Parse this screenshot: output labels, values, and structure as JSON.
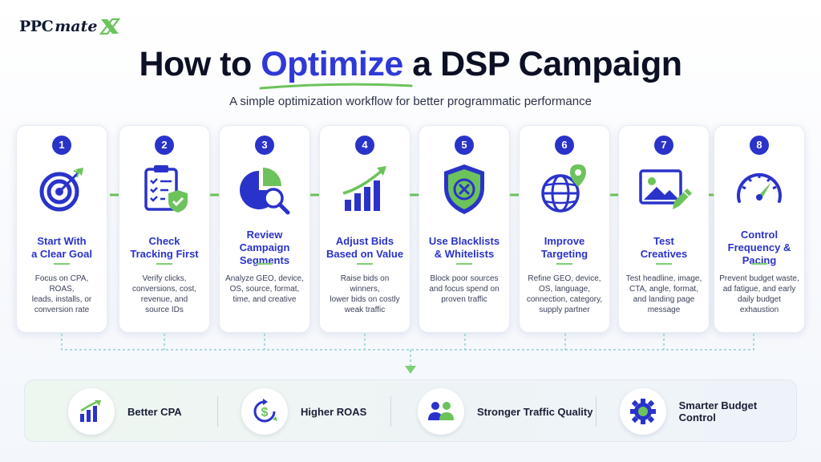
{
  "logo": {
    "main": "PPC",
    "accent": "mate"
  },
  "header": {
    "title_pre": "How to ",
    "title_highlight": "Optimize",
    "title_post": " a DSP Campaign",
    "subtitle": "A simple optimization workflow for better programmatic performance"
  },
  "colors": {
    "primary": "#2a33c9",
    "accent_green": "#6cc35b",
    "text_dark": "#0b1024"
  },
  "steps": [
    {
      "number": "1",
      "icon": "target-icon",
      "title": "Start With\na Clear Goal",
      "desc": "Focus on CPA, ROAS,\nleads, installs, or\nconversion rate"
    },
    {
      "number": "2",
      "icon": "clipboard-check-icon",
      "title": "Check\nTracking First",
      "desc": "Verify clicks,\nconversions, cost,\nrevenue, and\nsource IDs"
    },
    {
      "number": "3",
      "icon": "pie-chart-search-icon",
      "title": "Review\nCampaign\nSegments",
      "desc": "Analyze GEO, device,\nOS, source, format,\ntime, and creative"
    },
    {
      "number": "4",
      "icon": "bar-chart-growth-icon",
      "title": "Adjust Bids\nBased on Value",
      "desc": "Raise bids on winners,\nlower bids on costly\nweak traffic"
    },
    {
      "number": "5",
      "icon": "shield-block-icon",
      "title": "Use Blacklists\n& Whitelists",
      "desc": "Block poor sources\nand focus spend on\nproven traffic"
    },
    {
      "number": "6",
      "icon": "globe-pin-icon",
      "title": "Improve\nTargeting",
      "desc": "Refine GEO, device,\nOS, language,\nconnection, category,\nsupply partner"
    },
    {
      "number": "7",
      "icon": "image-edit-icon",
      "title": "Test\nCreatives",
      "desc": "Test headline, image,\nCTA, angle, format,\nand landing page\nmessage"
    },
    {
      "number": "8",
      "icon": "gauge-icon",
      "title": "Control\nFrequency &\nPacing",
      "desc": "Prevent budget waste,\nad fatigue, and early\ndaily budget\nexhaustion"
    }
  ],
  "benefits": [
    {
      "icon": "chart-up-icon",
      "label": "Better CPA"
    },
    {
      "icon": "dollar-cycle-icon",
      "label": "Higher ROAS"
    },
    {
      "icon": "users-icon",
      "label": "Stronger Traffic Quality"
    },
    {
      "icon": "gear-dollar-icon",
      "label": "Smarter Budget Control"
    }
  ]
}
